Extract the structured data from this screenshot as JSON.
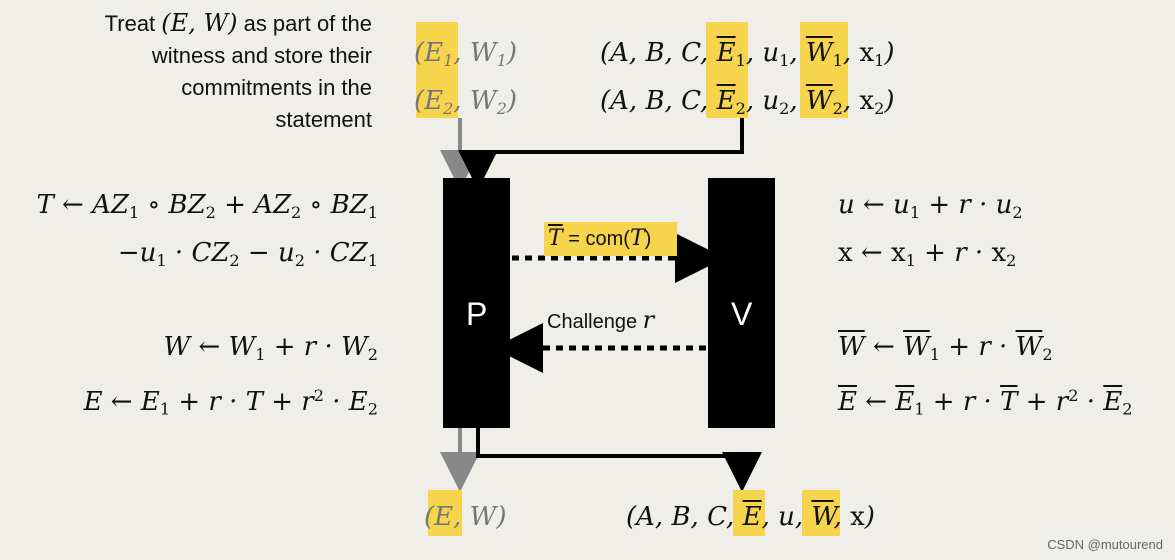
{
  "intro": {
    "line1_prefix": "Treat ",
    "line1_math": "(E, W)",
    "line1_suffix": " as part of the",
    "line2": "witness and store their",
    "line3": "commitments in the",
    "line4": "statement"
  },
  "witness_top": [
    "(E₁, W₁)",
    "(E₂, W₂)"
  ],
  "statement_top": [
    {
      "prefix": "(A, B, C, ",
      "E": "E",
      "Esub": "1",
      "mid": ", u",
      "usub": "1",
      "sep": ", ",
      "W": "W",
      "Wsub": "1",
      "tail": ", x",
      "xsub": "1",
      "close": ")"
    },
    {
      "prefix": "(A, B, C, ",
      "E": "E",
      "Esub": "2",
      "mid": ", u",
      "usub": "2",
      "sep": ", ",
      "W": "W",
      "Wsub": "2",
      "tail": ", x",
      "xsub": "2",
      "close": ")"
    }
  ],
  "prover_label": "P",
  "verifier_label": "V",
  "message1": "T̄ = com(T)",
  "message2_text": "Challenge ",
  "message2_var": "r",
  "left_eqs": {
    "T_line1": "T ← AZ₁ ∘ BZ₂ + AZ₂ ∘ BZ₁",
    "T_line2": "−u₁ · CZ₂ − u₂ · CZ₁",
    "W_eq": "W ← W₁ + r · W₂",
    "E_eq": "E ← E₁ + r · T + r² · E₂"
  },
  "right_eqs": {
    "u_eq": "u ← u₁ + r · u₂",
    "x_eq": "x ← x₁ + r · x₂",
    "Wbar_eq": "W̄ ← W̄₁ + r · W̄₂",
    "Ebar_eq": "Ē ← Ē₁ + r · T̄ + r² · Ē₂"
  },
  "witness_bottom": "(E, W)",
  "statement_bottom": "(A, B, C, Ē, u, W̄, x)",
  "watermark": "CSDN @mutourend",
  "colors": {
    "highlight": "#f6d54c",
    "box": "#000000",
    "gray_arrow": "#888888",
    "background": "#efeee9"
  }
}
